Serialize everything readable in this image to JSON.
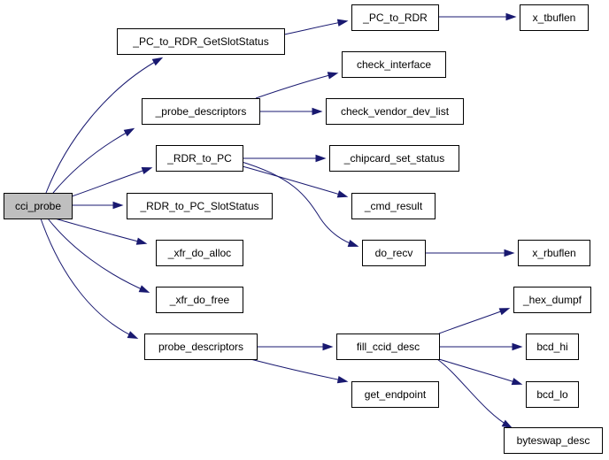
{
  "diagram": {
    "type": "call-graph",
    "colors": {
      "edge": "#191970",
      "root_fill": "#bfbfbf",
      "node_fill": "#ffffff",
      "node_border": "#000000"
    },
    "nodes": [
      {
        "id": "cci_probe",
        "label": "cci_probe",
        "root": true
      },
      {
        "id": "pc_to_rdr_getslotstatus",
        "label": "_PC_to_RDR_GetSlotStatus"
      },
      {
        "id": "probe_descriptors_u",
        "label": "_probe_descriptors"
      },
      {
        "id": "rdr_to_pc",
        "label": "_RDR_to_PC"
      },
      {
        "id": "rdr_to_pc_slotstatus",
        "label": "_RDR_to_PC_SlotStatus"
      },
      {
        "id": "xfr_do_alloc",
        "label": "_xfr_do_alloc"
      },
      {
        "id": "xfr_do_free",
        "label": "_xfr_do_free"
      },
      {
        "id": "probe_descriptors",
        "label": "probe_descriptors"
      },
      {
        "id": "pc_to_rdr",
        "label": "_PC_to_RDR"
      },
      {
        "id": "x_tbuflen",
        "label": "x_tbuflen"
      },
      {
        "id": "check_interface",
        "label": "check_interface"
      },
      {
        "id": "check_vendor_dev_list",
        "label": "check_vendor_dev_list"
      },
      {
        "id": "chipcard_set_status",
        "label": "_chipcard_set_status"
      },
      {
        "id": "cmd_result",
        "label": "_cmd_result"
      },
      {
        "id": "do_recv",
        "label": "do_recv"
      },
      {
        "id": "x_rbuflen",
        "label": "x_rbuflen"
      },
      {
        "id": "fill_ccid_desc",
        "label": "fill_ccid_desc"
      },
      {
        "id": "get_endpoint",
        "label": "get_endpoint"
      },
      {
        "id": "hex_dumpf",
        "label": "_hex_dumpf"
      },
      {
        "id": "bcd_hi",
        "label": "bcd_hi"
      },
      {
        "id": "bcd_lo",
        "label": "bcd_lo"
      },
      {
        "id": "byteswap_desc",
        "label": "byteswap_desc"
      }
    ],
    "edges": [
      {
        "from": "cci_probe",
        "to": "pc_to_rdr_getslotstatus"
      },
      {
        "from": "cci_probe",
        "to": "probe_descriptors_u"
      },
      {
        "from": "cci_probe",
        "to": "rdr_to_pc"
      },
      {
        "from": "cci_probe",
        "to": "rdr_to_pc_slotstatus"
      },
      {
        "from": "cci_probe",
        "to": "xfr_do_alloc"
      },
      {
        "from": "cci_probe",
        "to": "xfr_do_free"
      },
      {
        "from": "cci_probe",
        "to": "probe_descriptors"
      },
      {
        "from": "pc_to_rdr_getslotstatus",
        "to": "pc_to_rdr"
      },
      {
        "from": "pc_to_rdr",
        "to": "x_tbuflen"
      },
      {
        "from": "probe_descriptors_u",
        "to": "check_interface"
      },
      {
        "from": "probe_descriptors_u",
        "to": "check_vendor_dev_list"
      },
      {
        "from": "rdr_to_pc",
        "to": "chipcard_set_status"
      },
      {
        "from": "rdr_to_pc",
        "to": "cmd_result"
      },
      {
        "from": "rdr_to_pc",
        "to": "do_recv"
      },
      {
        "from": "do_recv",
        "to": "x_rbuflen"
      },
      {
        "from": "probe_descriptors",
        "to": "fill_ccid_desc"
      },
      {
        "from": "probe_descriptors",
        "to": "get_endpoint"
      },
      {
        "from": "fill_ccid_desc",
        "to": "hex_dumpf"
      },
      {
        "from": "fill_ccid_desc",
        "to": "bcd_hi"
      },
      {
        "from": "fill_ccid_desc",
        "to": "bcd_lo"
      },
      {
        "from": "fill_ccid_desc",
        "to": "byteswap_desc"
      }
    ]
  }
}
